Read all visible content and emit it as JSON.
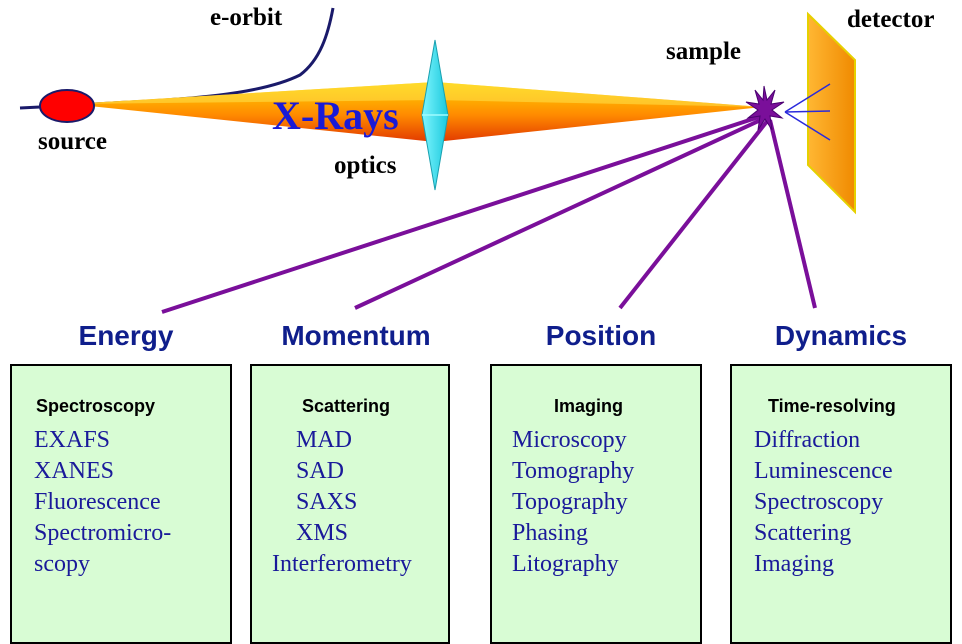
{
  "diagram": {
    "labels": {
      "e_orbit": "e-orbit",
      "source": "source",
      "xrays": "X-Rays",
      "optics": "optics",
      "sample": "sample",
      "detector": "detector"
    },
    "categories": [
      {
        "title": "Energy",
        "heading": "Spectroscopy",
        "items": [
          "EXAFS",
          "XANES",
          "Fluorescence",
          "Spectromicro-",
          "scopy"
        ]
      },
      {
        "title": "Momentum",
        "heading": "Scattering",
        "items": [
          "MAD",
          "SAD",
          "SAXS",
          "XMS",
          "Interferometry"
        ]
      },
      {
        "title": "Position",
        "heading": "Imaging",
        "items": [
          "Microscopy",
          "Tomography",
          "Topography",
          "Phasing",
          "Litography"
        ]
      },
      {
        "title": "Dynamics",
        "heading": "Time-resolving",
        "items": [
          "Diffraction",
          "Luminescence",
          "Spectroscopy",
          "Scattering",
          "Imaging"
        ]
      }
    ],
    "colors": {
      "box_fill": "#d8fcd4",
      "category_title": "#0f1e8c",
      "list_text": "#1a1a9a",
      "xrays_text": "#1a1ad6",
      "beam_start": "#ffd400",
      "beam_end": "#f04a00",
      "scatter_lines": "#7a0f9a",
      "source_fill": "#ff0000",
      "optics_fill": "#33e6f0",
      "detector_fill": "#ffa51a"
    }
  }
}
